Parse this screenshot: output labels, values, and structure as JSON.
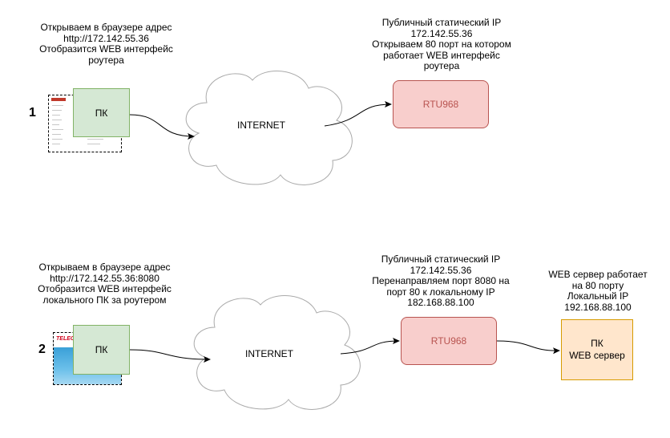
{
  "scenario1": {
    "number": "1",
    "client_note": [
      "Открываем в браузере адрес",
      "http://172.142.55.36",
      "Отобразится WEB интерфейс",
      "роутера"
    ],
    "pc_label": "ПК",
    "internet_label": "INTERNET",
    "router_note": [
      "Публичный статический IP",
      "172.142.55.36",
      "Открываем 80 порт на котором",
      "работает WEB интерфейс",
      "роутера"
    ],
    "router_label": "RTU968"
  },
  "scenario2": {
    "number": "2",
    "client_note": [
      "Открываем в браузере адрес",
      "http://172.142.55.36:8080",
      "Отобразится WEB интерфейс",
      "локального ПК за роутером"
    ],
    "thumb_logo": "TELEOFIS",
    "pc_label": "ПК",
    "internet_label": "INTERNET",
    "router_note": [
      "Публичный статический IP",
      "172.142.55.36",
      "Перенаправляем порт 8080 на",
      "порт 80 к локальному IP",
      "182.168.88.100"
    ],
    "router_label": "RTU968",
    "server_note": [
      "WEB сервер работает",
      "на 80 порту",
      "Локальный IP",
      "192.168.88.100"
    ],
    "server_label": [
      "ПК",
      "WEB сервер"
    ]
  },
  "colors": {
    "pc_fill": "#d5e8d4",
    "router_fill": "#f8cecc",
    "server_fill": "#ffe6cc"
  }
}
